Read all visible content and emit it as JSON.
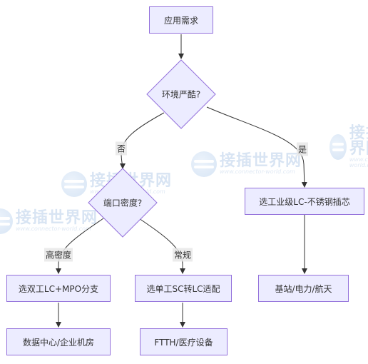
{
  "nodes": {
    "app_need": "应用需求",
    "env_harsh": "环境严酷?",
    "port_density": "端口密度?",
    "industrial_lc": "选工业级LC-不锈钢插芯",
    "duplex_lc_mpo": "选双工LC+MPO分支",
    "simplex_sc_lc": "选单工SC转LC适配",
    "base_station": "基站/电力/航天",
    "data_center": "数据中心/企业机房",
    "ftth_medical": "FTTH/医疗设备"
  },
  "edges": {
    "yes": "是",
    "no": "否",
    "high_density": "高密度",
    "regular": "常规"
  },
  "watermark": {
    "brand": "接插世界网",
    "url": "www.connector-world.com"
  },
  "colors": {
    "node_fill": "#ececff",
    "node_border": "#9370db",
    "edge": "#333333"
  }
}
